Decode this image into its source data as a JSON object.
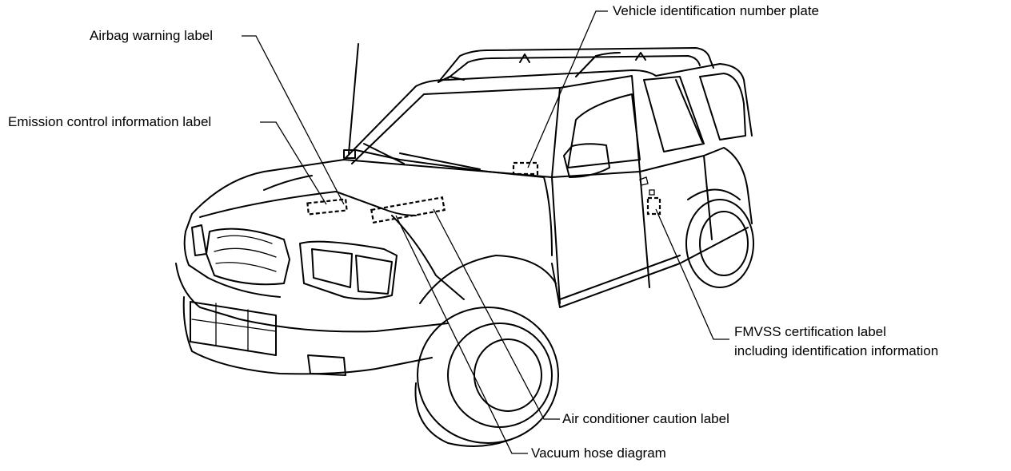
{
  "labels": {
    "vin_plate": "Vehicle identification number plate",
    "airbag": "Airbag warning label",
    "emission": "Emission control information label",
    "fmvss_line1": "FMVSS certification label",
    "fmvss_line2": "including identification information",
    "ac_caution": "Air conditioner caution label",
    "vacuum": "Vacuum hose diagram"
  },
  "colors": {
    "ink": "#000000",
    "paper": "#ffffff"
  }
}
